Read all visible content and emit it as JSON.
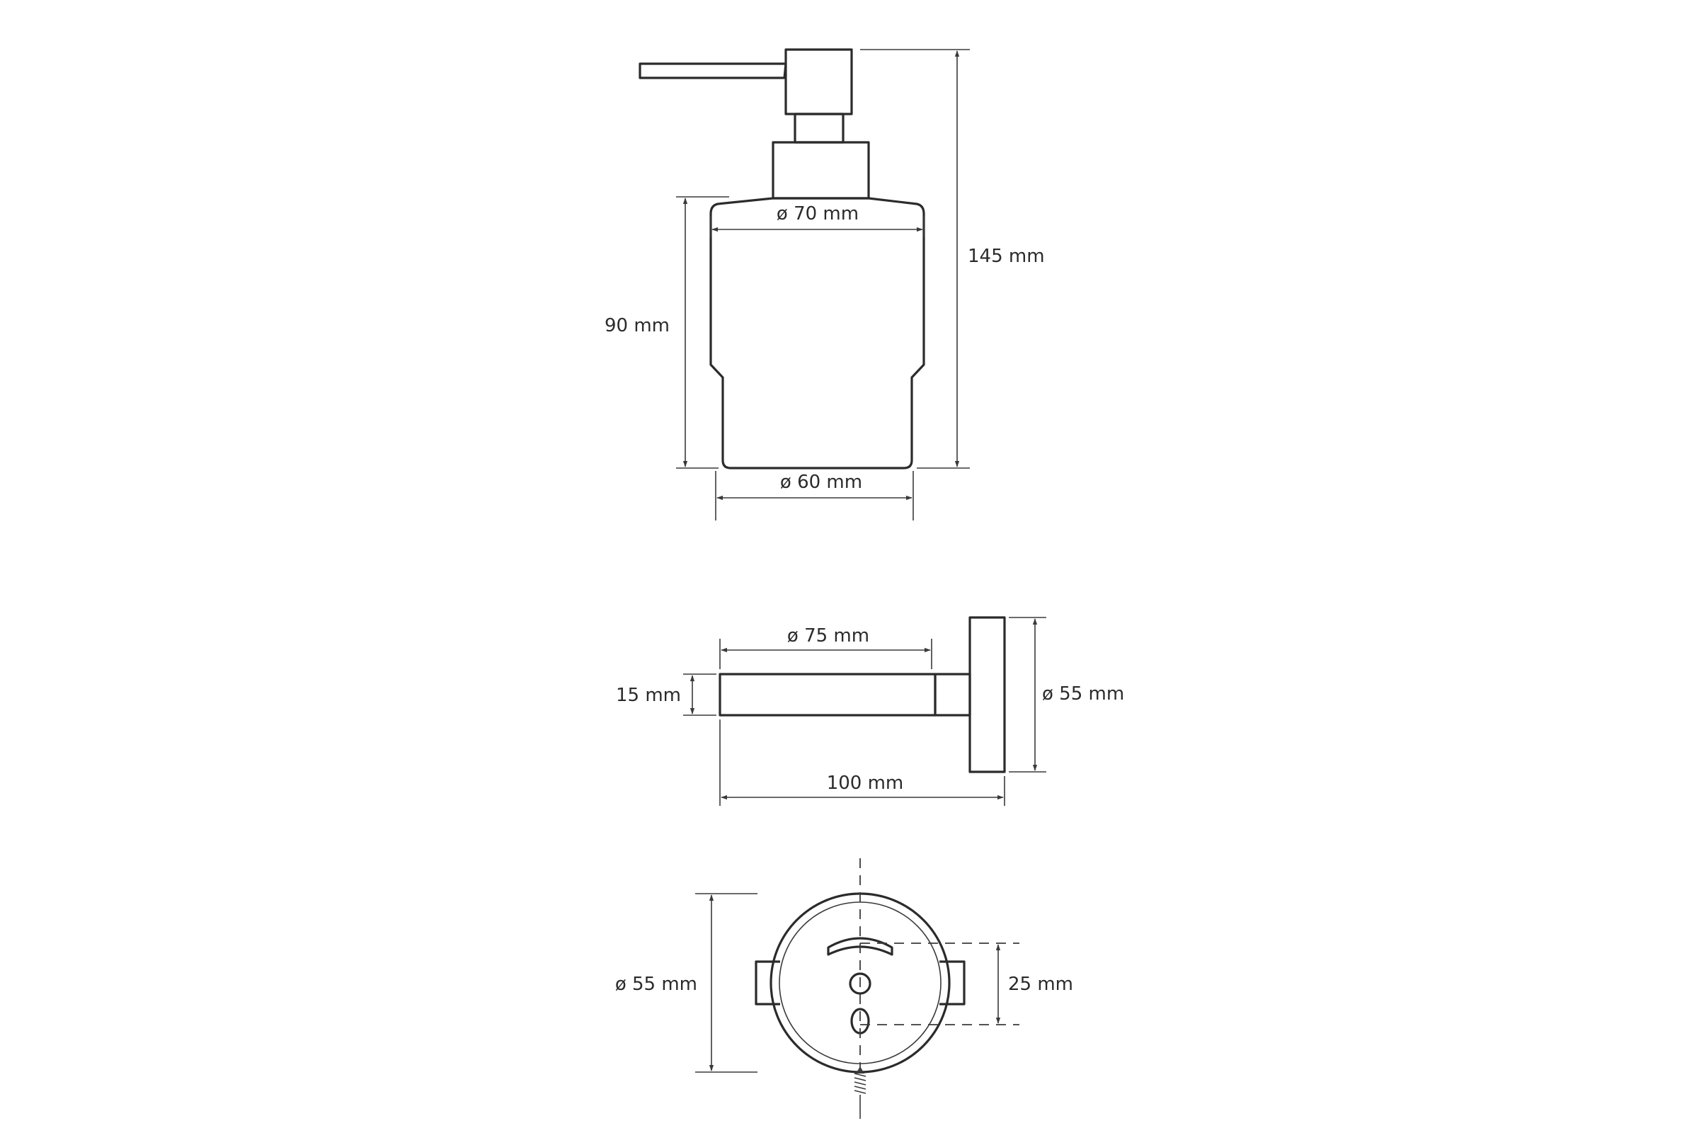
{
  "dimensions": {
    "dispenser": {
      "top_width": "ø 70 mm",
      "bottom_width": "ø 60 mm",
      "body_height": "90 mm",
      "total_height": "145 mm"
    },
    "side_view": {
      "holder_diameter": "ø 75 mm",
      "arm_thickness": "15 mm",
      "plate_diameter": "ø 55 mm",
      "projection": "100 mm"
    },
    "back_view": {
      "plate_diameter": "ø 55 mm",
      "hole_spacing": "25 mm"
    }
  },
  "colors": {
    "line": "#2b2b2b",
    "background": "#ffffff"
  }
}
